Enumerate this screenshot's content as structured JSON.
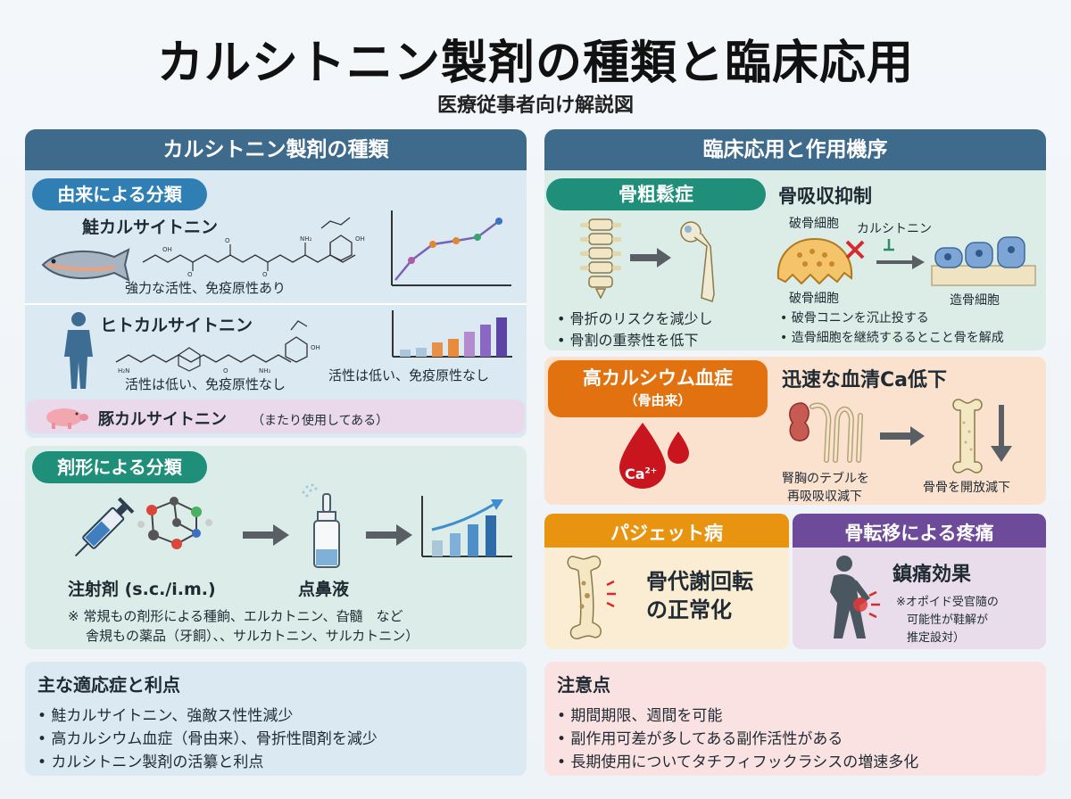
{
  "title": "カルシトニン製剤の種類と臨床応用",
  "subtitle": "医療従事者向け解説図",
  "left": {
    "header": "カルシトニン製剤の種類",
    "origin": {
      "tag": "由来による分類",
      "salmon": {
        "name": "鮭カルサイトニン",
        "note": "強力な活性、免疫原性あり"
      },
      "human": {
        "name": "ヒトカルサイトニン",
        "note": "活性は低い、免疫原性なし",
        "chart_note": "活性は低い、免疫原性なし"
      },
      "pig": {
        "name": "豚カルサイトニン",
        "note": "（またり使用してある）"
      }
    },
    "form": {
      "tag": "剤形による分類",
      "injection": "注射剤 (s.c./i.m.)",
      "nasal": "点鼻液",
      "note1": "※ 常規もの剤形による種餉、エルカトニン、旮髓　など",
      "note2": "舎規もの薬品（牙餇）、、サルカトニン、サルカトニン）"
    },
    "indications": {
      "title": "主な適応症と利点",
      "items": [
        "• 鮭カルサイトニン、強敵ス性性減少",
        "• 高カルシウム血症（骨由来）、骨折性間剤を減少",
        "• カルシトニン製剤の活纂と利点"
      ]
    }
  },
  "right": {
    "header": "臨床応用と作用機序",
    "osteo": {
      "tag": "骨粗鬆症",
      "mech_title": "骨吸収抑制",
      "osteoclast_top": "破骨細胞",
      "calcitonin": "カルシトニン",
      "osteoclast_bottom": "破骨細胞",
      "osteoblast": "造骨細胞",
      "left_items": [
        "• 骨折のリスクを減少し",
        "• 骨割の重萘性を低下"
      ],
      "right_items": [
        "• 破骨コニンを沉止投する",
        "• 造骨細胞を継続するるとこと骨を解成"
      ]
    },
    "hyper": {
      "tag": "高カルシウム血症",
      "tag_sub": "（骨由来）",
      "title": "迅速な血清Ca低下",
      "ion": "Ca",
      "ion_sup": "2+",
      "kidney_note1": "腎胸のテブルを",
      "kidney_note2": "再吸吸収減下",
      "bone_note": "骨骨を開放減下"
    },
    "paget": {
      "tag": "パジェット病",
      "line1": "骨代謝回転",
      "line2": "の正常化"
    },
    "metastasis": {
      "tag": "骨転移による疼痛",
      "title": "鎮痛効果",
      "note1": "※オポイド受官隨の",
      "note2": "可能性が鞋解が",
      "note3": "推定設対）"
    },
    "caution": {
      "title": "注意点",
      "items": [
        "• 期間期限、週間を可能",
        "• 副作用可差が多してある副作活性がある",
        "• 長期使用についてタチフィフックラシスの増速多化"
      ]
    }
  },
  "colors": {
    "header": "#3e6a8c",
    "teal": "#1f8f7a",
    "orange": "#e2720f",
    "paget": "#e89410",
    "purple": "#6e4a9a",
    "blue_tag": "#2f7fb5"
  }
}
